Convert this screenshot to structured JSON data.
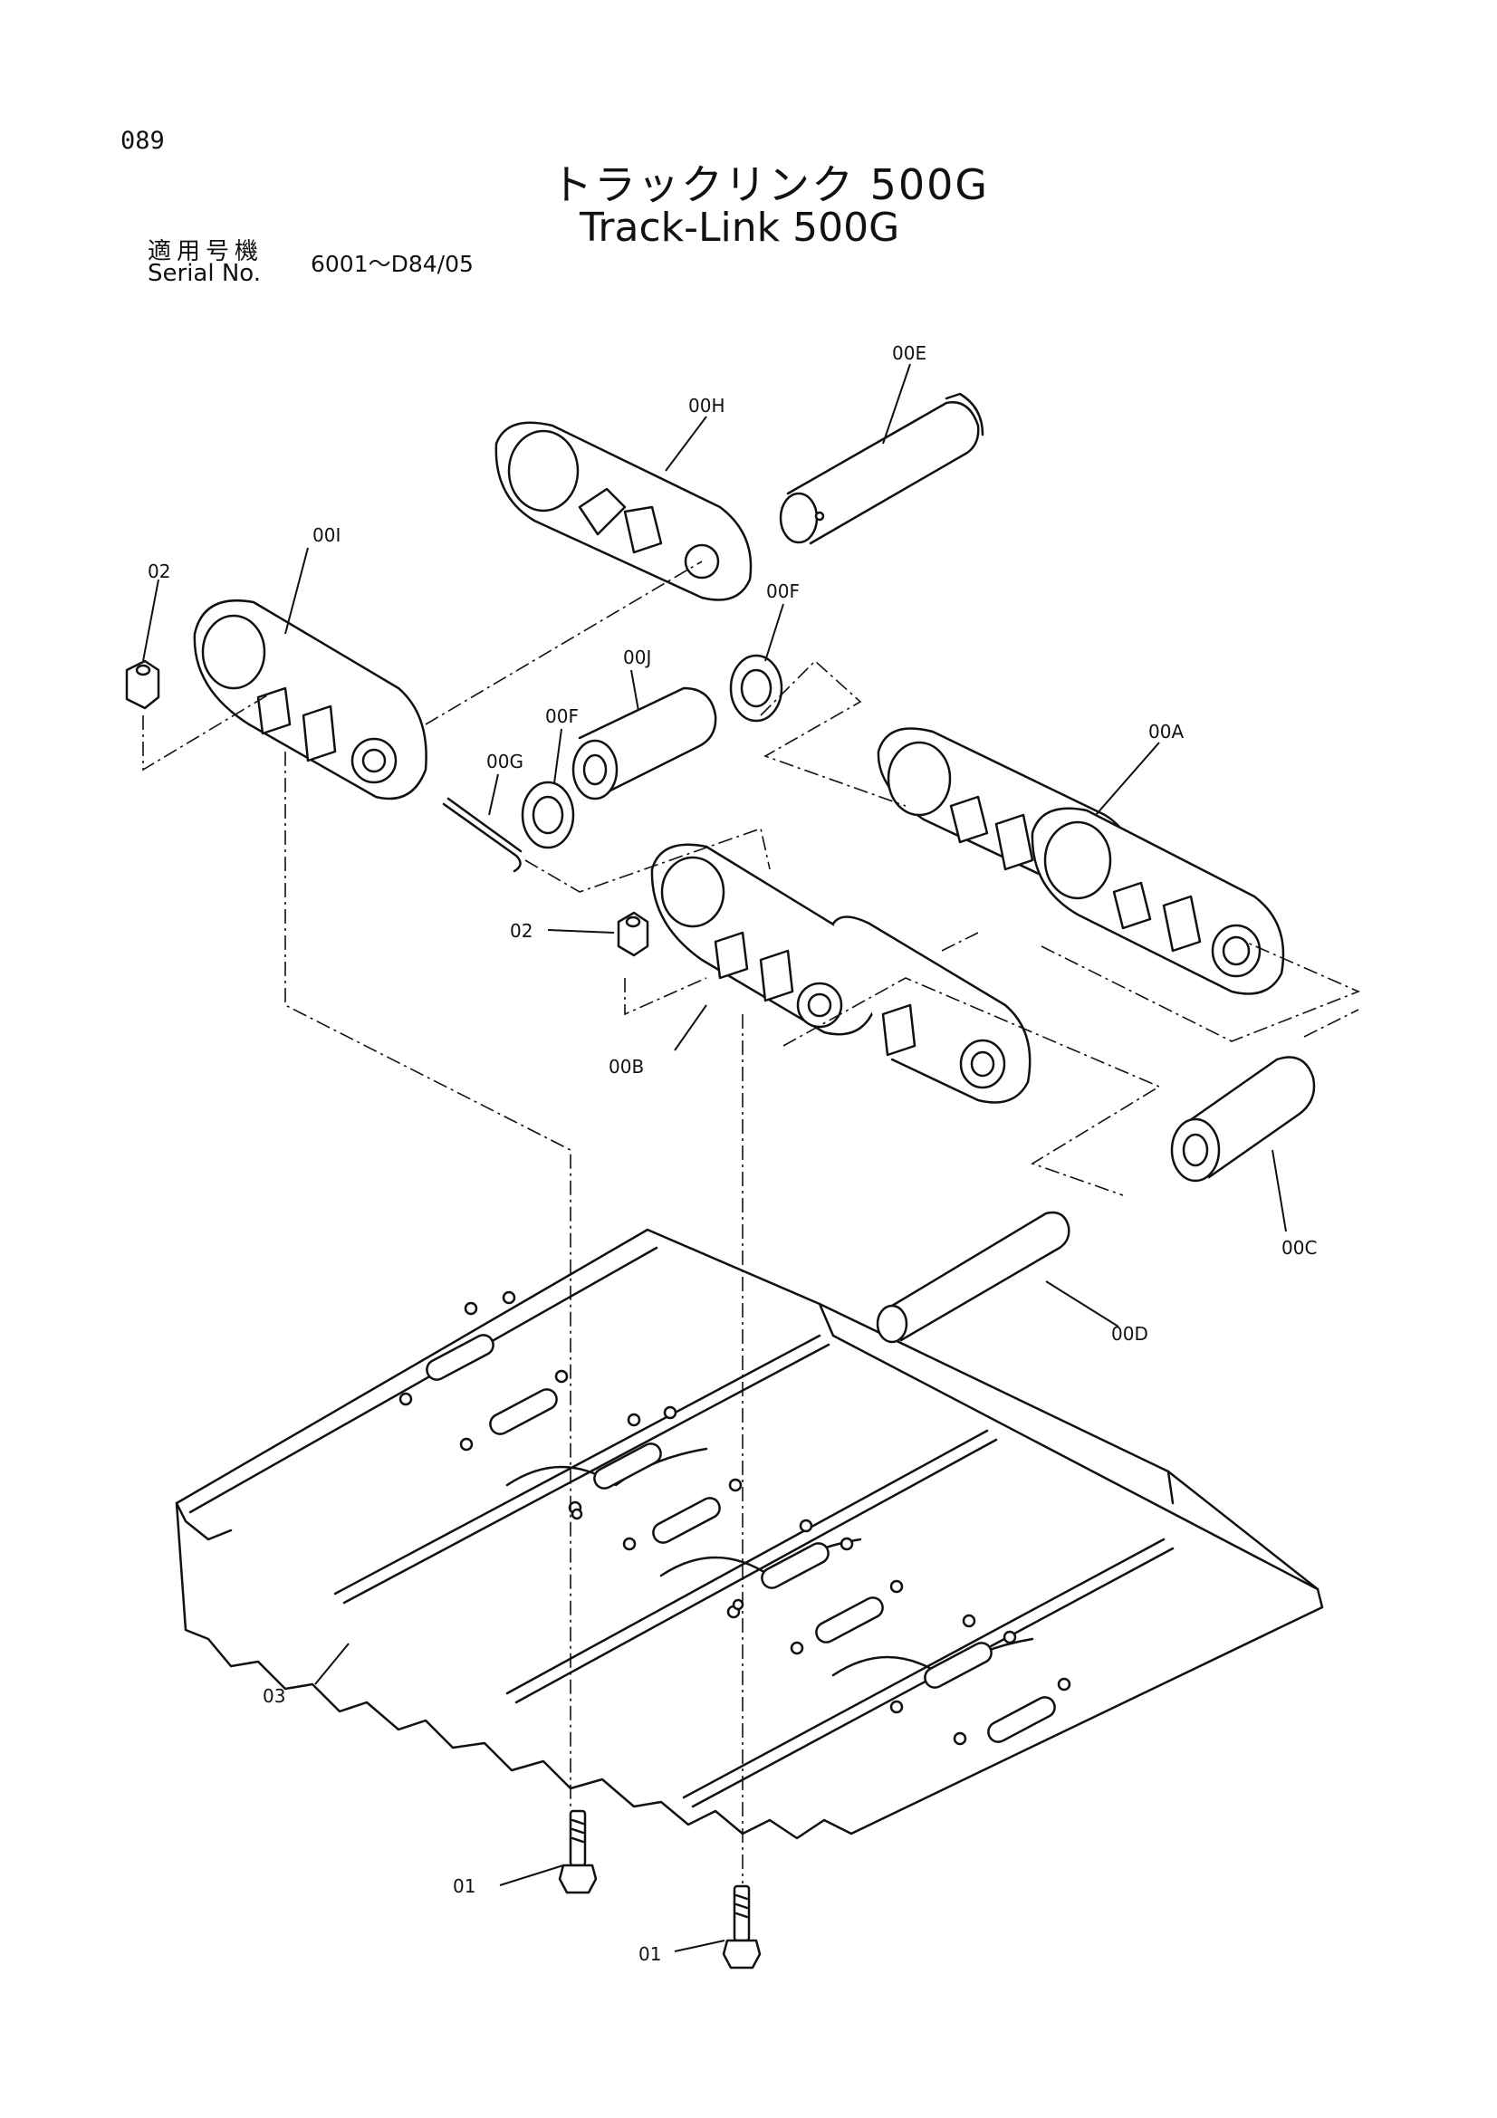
{
  "header": {
    "page_number": "089",
    "title_jp": "トラックリンク 500G",
    "title_en": "Track-Link 500G",
    "serial_label_jp": "適用号機",
    "serial_label_en": "Serial No.",
    "serial_range": "6001〜D84/05"
  },
  "callouts": {
    "c00E": "00E",
    "c00H": "00H",
    "c00I": "00I",
    "c02a": "02",
    "c00F1": "00F",
    "c00J": "00J",
    "c00F2": "00F",
    "c00G": "00G",
    "c00A": "00A",
    "c02b": "02",
    "c00B": "00B",
    "c00C": "00C",
    "c00D": "00D",
    "c03": "03",
    "c01a": "01",
    "c01b": "01"
  }
}
